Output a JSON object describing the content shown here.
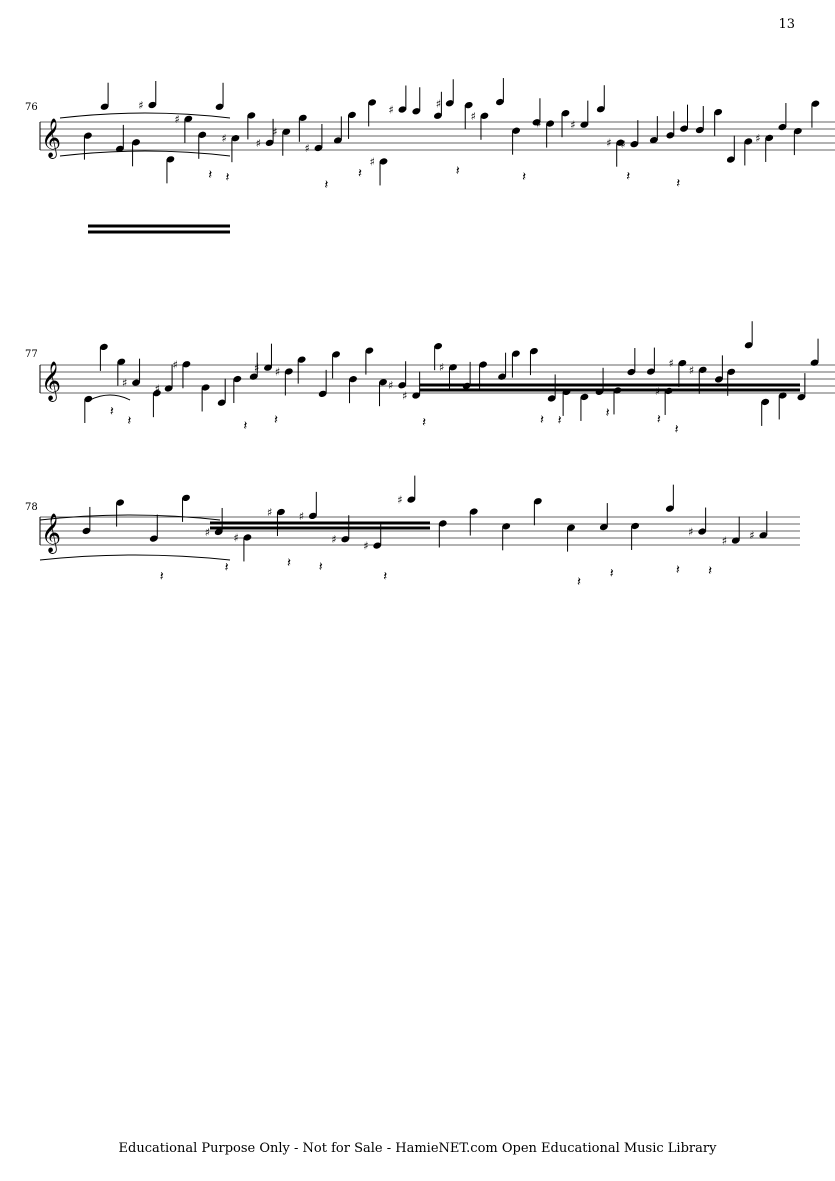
{
  "page_number": "13",
  "systems": [
    {
      "measure_number": "76"
    },
    {
      "measure_number": "77"
    },
    {
      "measure_number": "78"
    }
  ],
  "footer": "Educational Purpose Only - Not for Sale - HamieNET.com Open Educational Music Library"
}
